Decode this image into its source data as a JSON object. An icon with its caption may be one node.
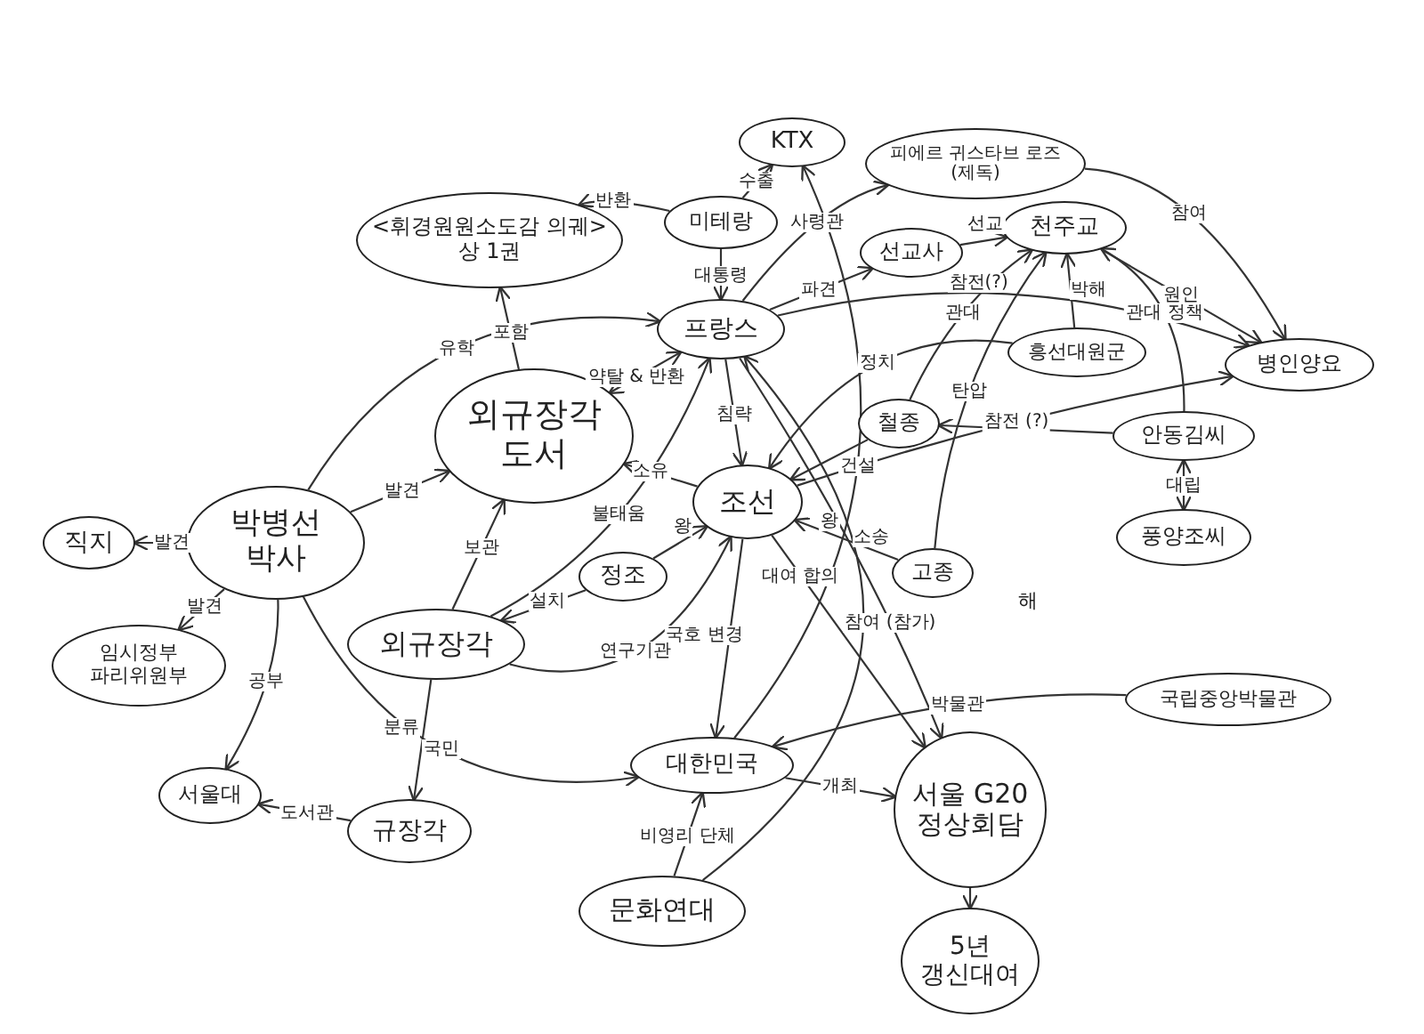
{
  "diagram": {
    "nodes": [
      {
        "text": [
          "KTX"
        ]
      },
      {
        "text": [
          "피에르 귀스타브 로즈(제독)"
        ]
      },
      {
        "text": [
          "미테랑"
        ]
      },
      {
        "text": [
          "<휘경원원소도감 의궤> 상 1권"
        ]
      },
      {
        "text": [
          "선교사"
        ]
      },
      {
        "text": [
          "천주교"
        ]
      },
      {
        "text": [
          "프랑스"
        ]
      },
      {
        "text": [
          "병인양요"
        ]
      },
      {
        "text": [
          "흥선대원군"
        ]
      },
      {
        "text": [
          "외규장각 도서"
        ]
      },
      {
        "text": [
          "박병선 박사"
        ]
      },
      {
        "text": [
          "직지"
        ]
      },
      {
        "text": [
          "조선"
        ]
      },
      {
        "text": [
          "철종"
        ]
      },
      {
        "text": [
          "안동김씨"
        ]
      },
      {
        "text": [
          "풍양조씨"
        ]
      },
      {
        "text": [
          "고종"
        ]
      },
      {
        "text": [
          "정조"
        ]
      },
      {
        "text": [
          "외규장각"
        ]
      },
      {
        "text": [
          "임시정부 파리위원부"
        ]
      },
      {
        "text": [
          "서울대"
        ]
      },
      {
        "text": [
          "규장각"
        ]
      },
      {
        "text": [
          "국립중앙박물관"
        ]
      },
      {
        "text": [
          "대한민국"
        ]
      },
      {
        "text": [
          "서울 G20 정상회담"
        ]
      },
      {
        "text": [
          "문화연대"
        ]
      },
      {
        "text": [
          "5년 갱신대여"
        ]
      }
    ],
    "edges": [
      {
        "from": 2,
        "to": 0,
        "arrow": "to",
        "label": "수출"
      },
      {
        "from": 2,
        "to": 3,
        "arrow": "to",
        "label": "반환"
      },
      {
        "from": 2,
        "to": 6,
        "arrow": "to",
        "label": "대통령"
      },
      {
        "from": 6,
        "to": 1,
        "arrow": "to",
        "label": "사령관"
      },
      {
        "from": 6,
        "to": 4,
        "arrow": "to",
        "label": "파견"
      },
      {
        "from": 4,
        "to": 5,
        "arrow": "to",
        "label": "선교"
      },
      {
        "from": 5,
        "to": 7,
        "arrow": "to",
        "label": "원인"
      },
      {
        "from": 1,
        "to": 7,
        "arrow": "to",
        "label": "참여"
      },
      {
        "from": 8,
        "to": 5,
        "arrow": "to",
        "label": "박해"
      },
      {
        "from": 13,
        "to": 5,
        "arrow": "to",
        "label": "관대"
      },
      {
        "from": 16,
        "to": 5,
        "arrow": "to",
        "label": "탄압"
      },
      {
        "from": 14,
        "to": 5,
        "arrow": "to",
        "label": "관대 정책"
      },
      {
        "from": 15,
        "to": 14,
        "arrow": "both",
        "label": "대립"
      },
      {
        "from": 14,
        "to": 13,
        "arrow": "to"
      },
      {
        "from": 8,
        "to": 12,
        "arrow": "to",
        "label": "정치"
      },
      {
        "from": 6,
        "to": 7,
        "arrow": "to",
        "label": "참전(?)"
      },
      {
        "from": 12,
        "to": 7,
        "arrow": "to",
        "label": "참전 (?)"
      },
      {
        "from": 6,
        "to": 12,
        "arrow": "to",
        "label": "침략"
      },
      {
        "from": 6,
        "to": 9,
        "arrow": "both",
        "label": "약탈 & 반환"
      },
      {
        "from": 18,
        "to": 6,
        "arrow": "to",
        "label": "불태움"
      },
      {
        "from": 12,
        "to": 9,
        "arrow": "to",
        "label": "소유"
      },
      {
        "from": 12,
        "to": 23,
        "arrow": "to",
        "label": "국호 변경"
      },
      {
        "from": 17,
        "to": 12,
        "arrow": "to",
        "label": "왕"
      },
      {
        "from": 17,
        "to": 18,
        "arrow": "to",
        "label": "설치"
      },
      {
        "from": 18,
        "to": 12,
        "arrow": "to",
        "label": "연구기관"
      },
      {
        "from": 18,
        "to": 9,
        "arrow": "to",
        "label": "보관"
      },
      {
        "from": 18,
        "to": 21,
        "arrow": "to",
        "label": "분류"
      },
      {
        "from": 21,
        "to": 20,
        "arrow": "to",
        "label": "도서관"
      },
      {
        "from": 10,
        "to": 20,
        "arrow": "to",
        "label": "공부"
      },
      {
        "from": 10,
        "to": 11,
        "arrow": "to",
        "label": "발견"
      },
      {
        "from": 10,
        "to": 19,
        "arrow": "to",
        "label": "발견"
      },
      {
        "from": 10,
        "to": 9,
        "arrow": "to",
        "label": "발견"
      },
      {
        "from": 10,
        "to": 6,
        "arrow": "to",
        "label": "유학"
      },
      {
        "from": 10,
        "to": 23,
        "arrow": "to",
        "label": "국민"
      },
      {
        "from": 9,
        "to": 3,
        "arrow": "to",
        "label": "포함"
      },
      {
        "from": 16,
        "to": 12,
        "arrow": "to",
        "label": "왕"
      },
      {
        "from": 13,
        "to": 12,
        "arrow": "to"
      },
      {
        "from": 23,
        "to": 0,
        "arrow": "to",
        "label": "건설"
      },
      {
        "from": 6,
        "to": 24,
        "arrow": "to",
        "label": "참여 (참가)"
      },
      {
        "from": 25,
        "to": 6,
        "arrow": "to",
        "label": "소송"
      },
      {
        "from": 25,
        "to": 23,
        "arrow": "to",
        "label": "비영리 단체"
      },
      {
        "from": 23,
        "to": 24,
        "arrow": "to",
        "label": "개최"
      },
      {
        "from": 12,
        "to": 24,
        "arrow": "to",
        "label": "대여 합의"
      },
      {
        "from": 22,
        "to": 23,
        "arrow": "to",
        "label": "박물관"
      },
      {
        "from": 24,
        "to": 26,
        "arrow": "to"
      }
    ],
    "labels": [
      "해"
    ]
  }
}
